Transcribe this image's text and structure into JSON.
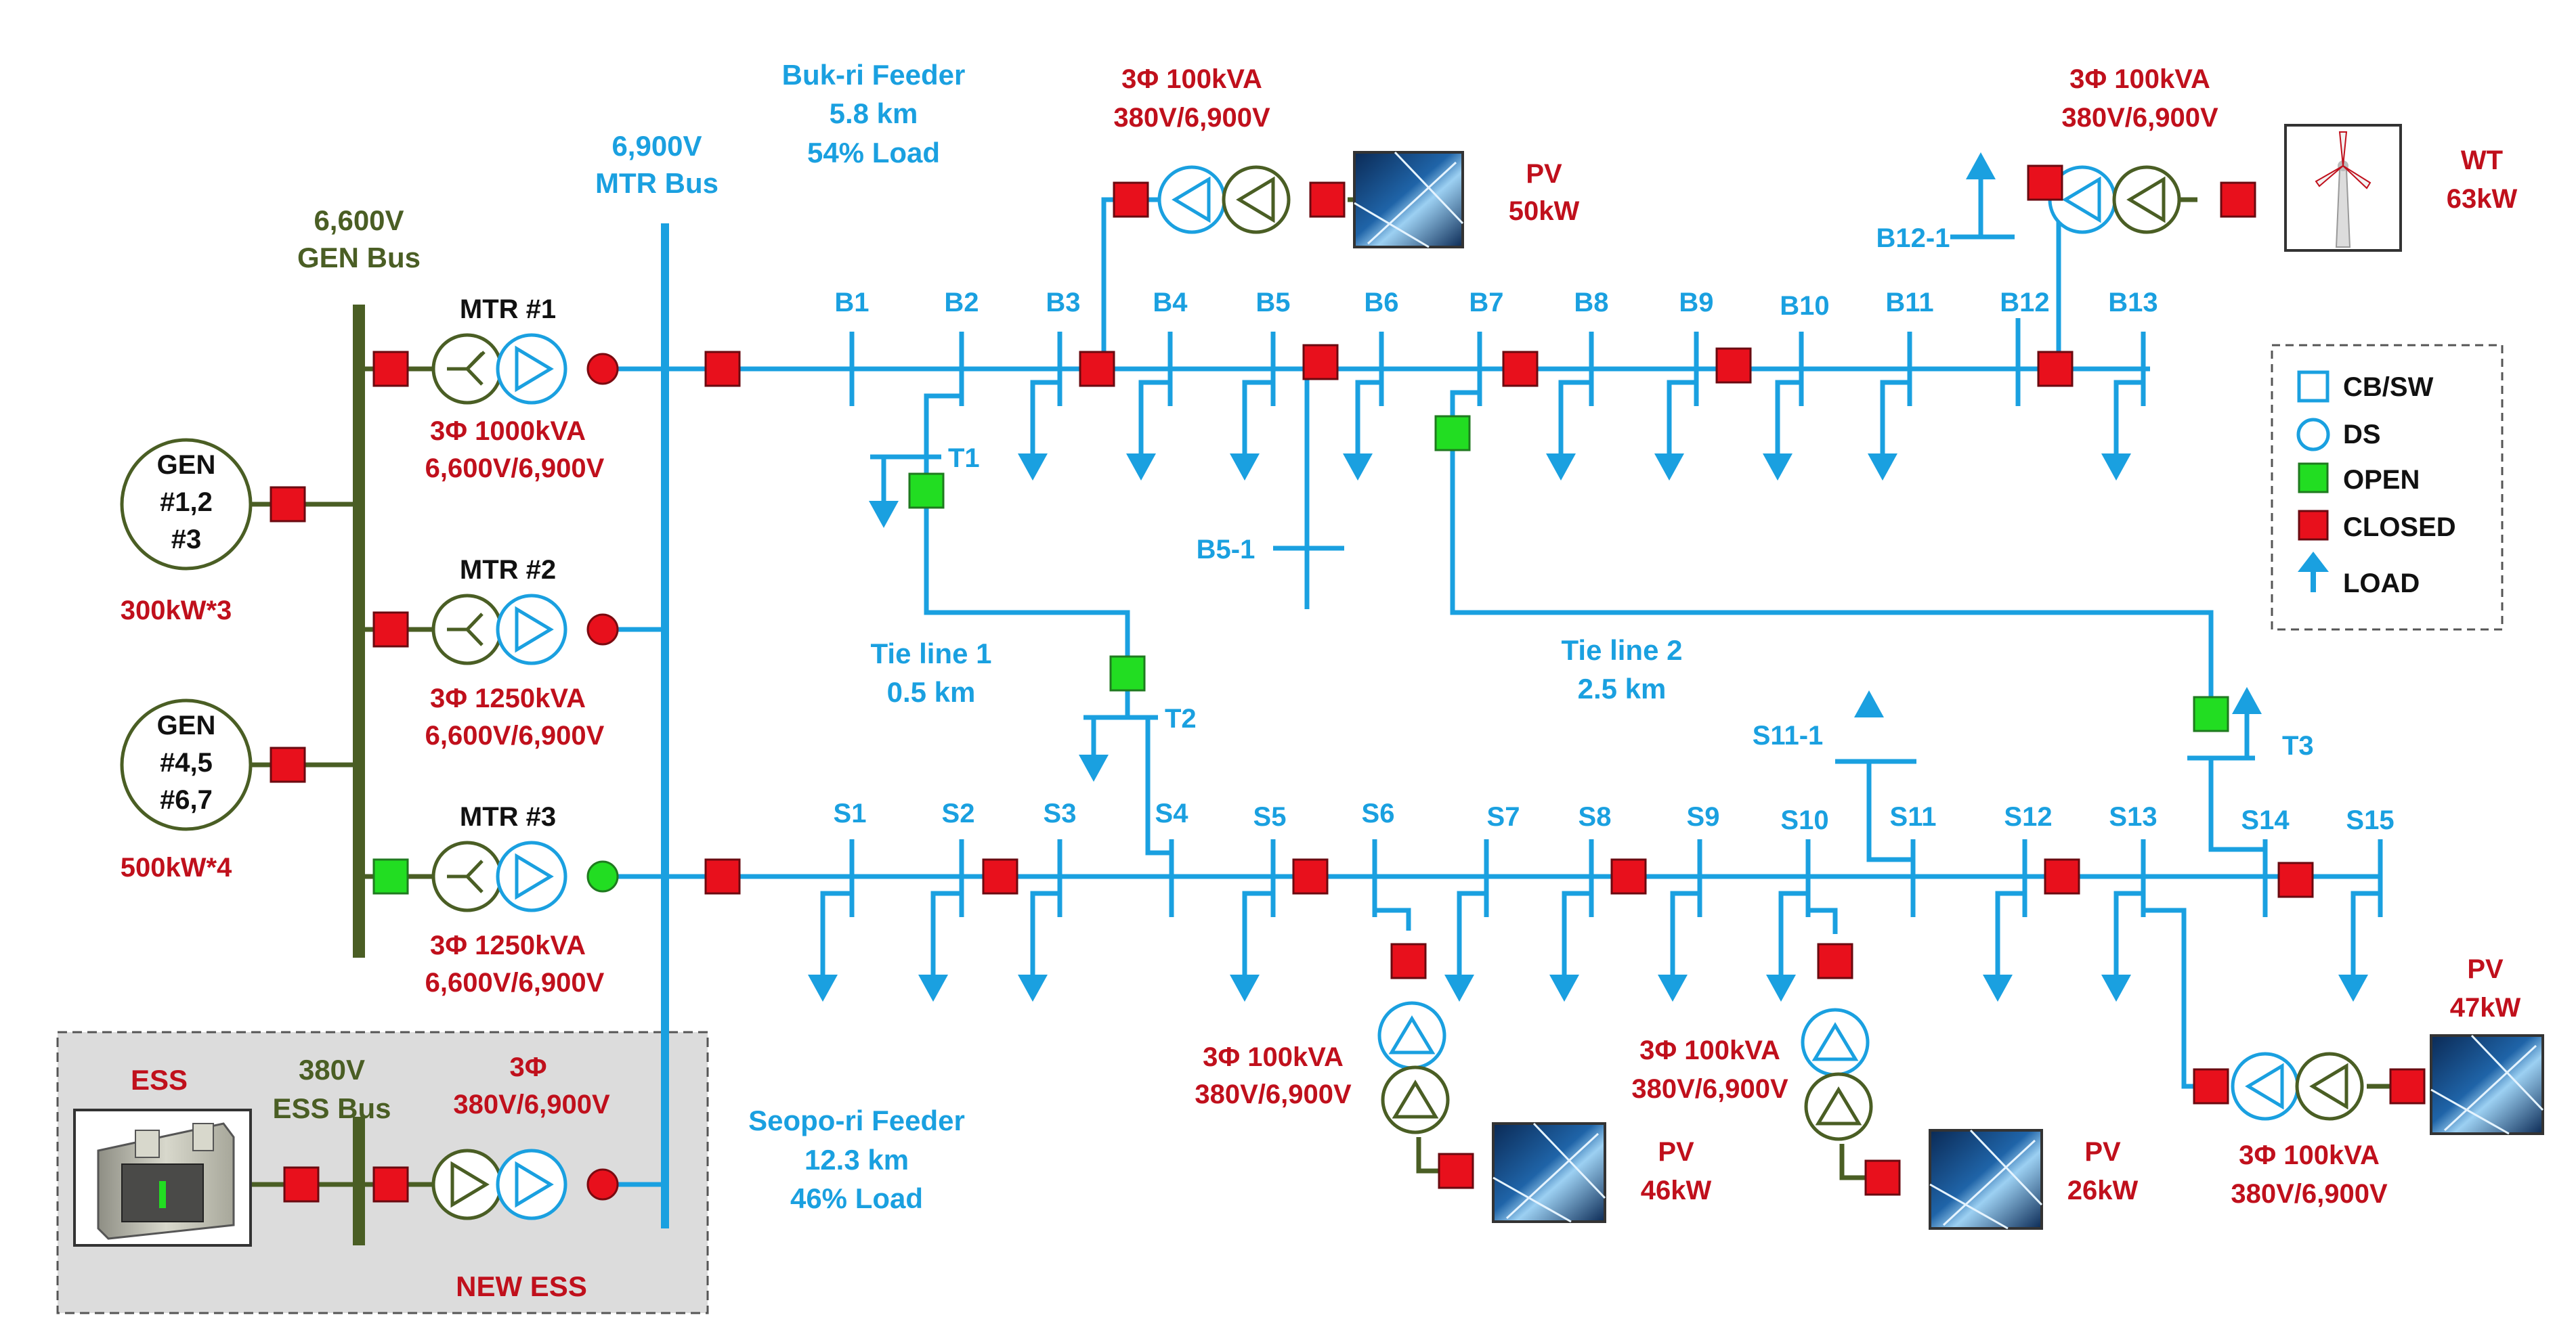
{
  "colors": {
    "feeder_blue": "#1aa0e0",
    "label_red": "#c0101c",
    "gen_green": "#4a5e24",
    "closed_red": "#e8101c",
    "open_green": "#22dd22"
  },
  "icons": [
    "transformer-icon",
    "breaker-icon",
    "load-arrow-icon",
    "pv-panel-icon",
    "wind-turbine-icon",
    "ess-cabinet-icon",
    "generator-icon"
  ],
  "buses": {
    "gen_bus_voltage": "6,600V",
    "gen_bus_name": "GEN Bus",
    "mtr_bus_voltage": "6,900V",
    "mtr_bus_name": "MTR Bus",
    "ess_bus_voltage": "380V",
    "ess_bus_name": "ESS Bus"
  },
  "generators": [
    {
      "l1": "GEN",
      "l2": "#1,2",
      "l3": "#3",
      "rating": "300kW*3"
    },
    {
      "l1": "GEN",
      "l2": "#4,5",
      "l3": "#6,7",
      "rating": "500kW*4"
    }
  ],
  "mtr": [
    {
      "name": "MTR #1",
      "rating": "3Φ 1000kVA",
      "voltage": "6,600V/6,900V"
    },
    {
      "name": "MTR #2",
      "rating": "3Φ 1250kVA",
      "voltage": "6,600V/6,900V"
    },
    {
      "name": "MTR #3",
      "rating": "3Φ 1250kVA",
      "voltage": "6,600V/6,900V"
    }
  ],
  "feeders": {
    "bukri": {
      "name": "Buk-ri Feeder",
      "length": "5.8 km",
      "load": "54% Load"
    },
    "seopori": {
      "name": "Seopo-ri Feeder",
      "length": "12.3 km",
      "load": "46% Load"
    }
  },
  "b_buses": [
    "B1",
    "B2",
    "B3",
    "B4",
    "B5",
    "B6",
    "B7",
    "B8",
    "B9",
    "B10",
    "B11",
    "B12",
    "B13"
  ],
  "b_sub": {
    "b12_1": "B12-1",
    "b5_1": "B5-1"
  },
  "s_buses": [
    "S1",
    "S2",
    "S3",
    "S4",
    "S5",
    "S6",
    "S7",
    "S8",
    "S9",
    "S10",
    "S11",
    "S12",
    "S13",
    "S14",
    "S15"
  ],
  "s_sub": {
    "s11_1": "S11-1"
  },
  "ties": {
    "t1": "T1",
    "t2": "T2",
    "t3": "T3",
    "tie1_name": "Tie line 1",
    "tie1_len": "0.5 km",
    "tie2_name": "Tie line 2",
    "tie2_len": "2.5 km"
  },
  "transformers": {
    "top_pv": {
      "rating": "3Φ 100kVA",
      "voltage": "380V/6,900V"
    },
    "top_wt": {
      "rating": "3Φ 100kVA",
      "voltage": "380V/6,900V"
    },
    "s6_pv": {
      "rating": "3Φ 100kVA",
      "voltage": "380V/6,900V"
    },
    "s10_pv": {
      "rating": "3Φ 100kVA",
      "voltage": "380V/6,900V"
    },
    "s13_pv": {
      "rating": "3Φ 100kVA",
      "voltage": "380V/6,900V"
    },
    "ess": {
      "rating": "3Φ",
      "voltage": "380V/6,900V"
    }
  },
  "renewables": {
    "pv_b3": {
      "name": "PV",
      "rating": "50kW"
    },
    "wt": {
      "name": "WT",
      "rating": "63kW"
    },
    "pv_s6": {
      "name": "PV",
      "rating": "46kW"
    },
    "pv_s10": {
      "name": "PV",
      "rating": "26kW"
    },
    "pv_s13": {
      "name": "PV",
      "rating": "47kW"
    }
  },
  "ess": {
    "label": "ESS",
    "new_label": "NEW ESS"
  },
  "legend": {
    "cb": "CB/SW",
    "ds": "DS",
    "open": "OPEN",
    "closed": "CLOSED",
    "load": "LOAD"
  }
}
